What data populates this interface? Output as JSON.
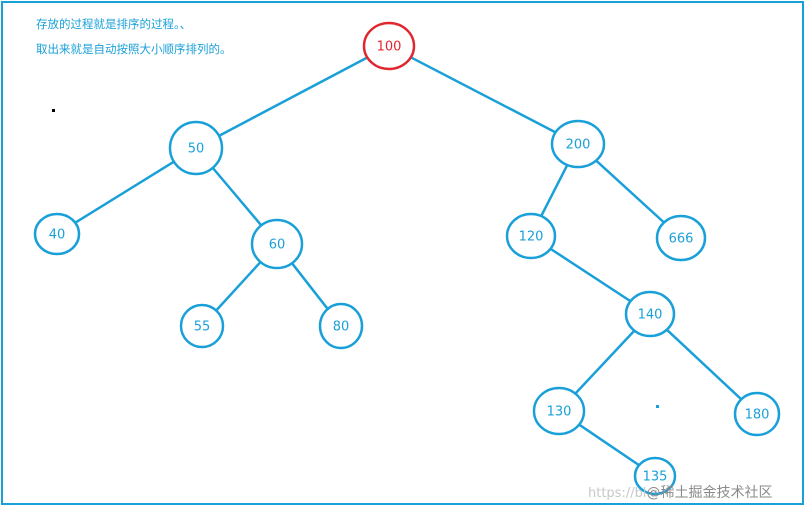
{
  "notes": {
    "line1": "存放的过程就是排序的过程。、",
    "line2": "取出来就是自动按照大小顺序排列的。"
  },
  "colors": {
    "node": "#1aa0d9",
    "root": "#e0262e",
    "frame": "#1aa0d9"
  },
  "tree": {
    "root": "100",
    "nodes": [
      {
        "id": "n100",
        "label": "100",
        "root": true
      },
      {
        "id": "n50",
        "label": "50"
      },
      {
        "id": "n200",
        "label": "200"
      },
      {
        "id": "n40",
        "label": "40"
      },
      {
        "id": "n60",
        "label": "60"
      },
      {
        "id": "n120",
        "label": "120"
      },
      {
        "id": "n666",
        "label": "666"
      },
      {
        "id": "n55",
        "label": "55"
      },
      {
        "id": "n80",
        "label": "80"
      },
      {
        "id": "n140",
        "label": "140"
      },
      {
        "id": "n130",
        "label": "130"
      },
      {
        "id": "n180",
        "label": "180"
      },
      {
        "id": "n135",
        "label": "135"
      }
    ],
    "edges": [
      [
        "n100",
        "n50"
      ],
      [
        "n100",
        "n200"
      ],
      [
        "n50",
        "n40"
      ],
      [
        "n50",
        "n60"
      ],
      [
        "n60",
        "n55"
      ],
      [
        "n60",
        "n80"
      ],
      [
        "n200",
        "n120"
      ],
      [
        "n200",
        "n666"
      ],
      [
        "n120",
        "n140"
      ],
      [
        "n140",
        "n130"
      ],
      [
        "n140",
        "n180"
      ],
      [
        "n130",
        "n135"
      ]
    ]
  },
  "watermark": {
    "url": "https://bl",
    "brand": "@稀土掘金技术社区"
  }
}
